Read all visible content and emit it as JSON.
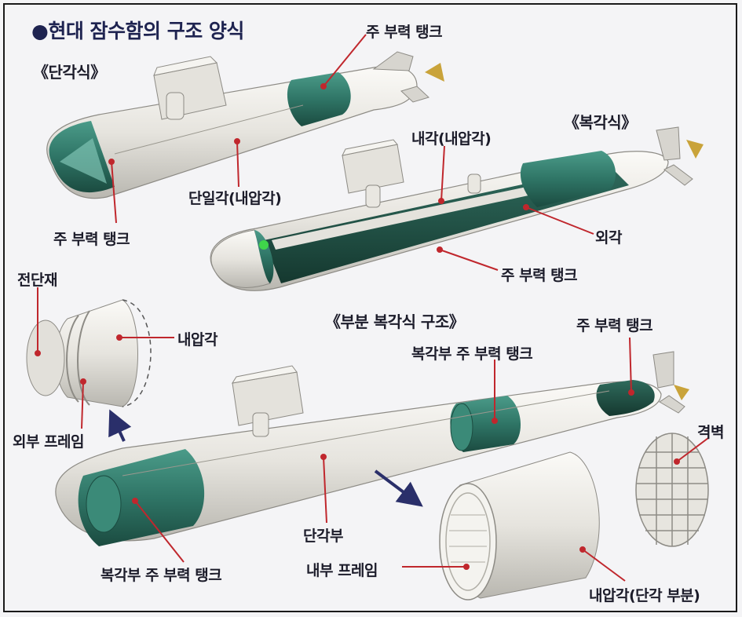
{
  "title": "●현대 잠수함의 구조 양식",
  "sections": {
    "single_hull": "《단각식》",
    "double_hull": "《복각식》",
    "partial": "《부분 복각식 구조》"
  },
  "labels": {
    "sh_ballast_top": "주 부력 탱크",
    "sh_pressure_hull": "단일각(내압각)",
    "sh_ballast_bottom": "주 부력 탱크",
    "dh_inner_hull": "내각(내압각)",
    "dh_outer_hull": "외각",
    "dh_ballast": "주 부력 탱크",
    "bulkhead_ring": "전단재",
    "pressure_hull": "내압각",
    "outer_frame": "외부 프레임",
    "pd_ballast_rear": "주 부력 탱크",
    "pd_ballast_mid": "복각부 주 부력 탱크",
    "pd_bulkhead": "격벽",
    "pd_single_section": "단각부",
    "pd_ballast_front": "복각부 주 부력 탱크",
    "inner_frame": "내부 프레임",
    "pd_pressure_hull_part": "내압각(단각 부분)"
  },
  "colors": {
    "hull": "#e8e6e0",
    "tank": "#2f7566",
    "tank_dark": "#1f5649",
    "leader": "#c0272d",
    "arrow": "#2a2f6a",
    "title": "#1e2350"
  }
}
